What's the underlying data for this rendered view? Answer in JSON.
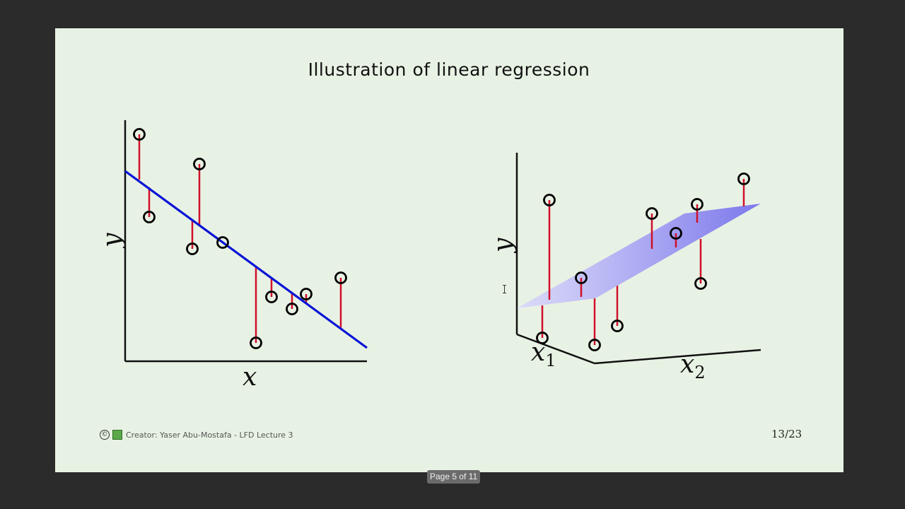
{
  "slide": {
    "title": "Illustration of linear regression",
    "footer": {
      "copyright_symbol": "©",
      "credit": "Creator: Yaser Abu-Mostafa - LFD Lecture 3"
    },
    "page_number": "13/23"
  },
  "viewer": {
    "page_indicator": "Page 5 of 11"
  },
  "figures": {
    "left": {
      "xlabel": "x",
      "ylabel": "y",
      "line_color": "#0a14d6",
      "residual_color": "#d0102a"
    },
    "right": {
      "x1_label": "x",
      "x1_sub": "1",
      "x2_label": "x",
      "x2_sub": "2",
      "ylabel": "y",
      "plane_color": "#8a86f0",
      "residual_color": "#d0102a"
    }
  }
}
